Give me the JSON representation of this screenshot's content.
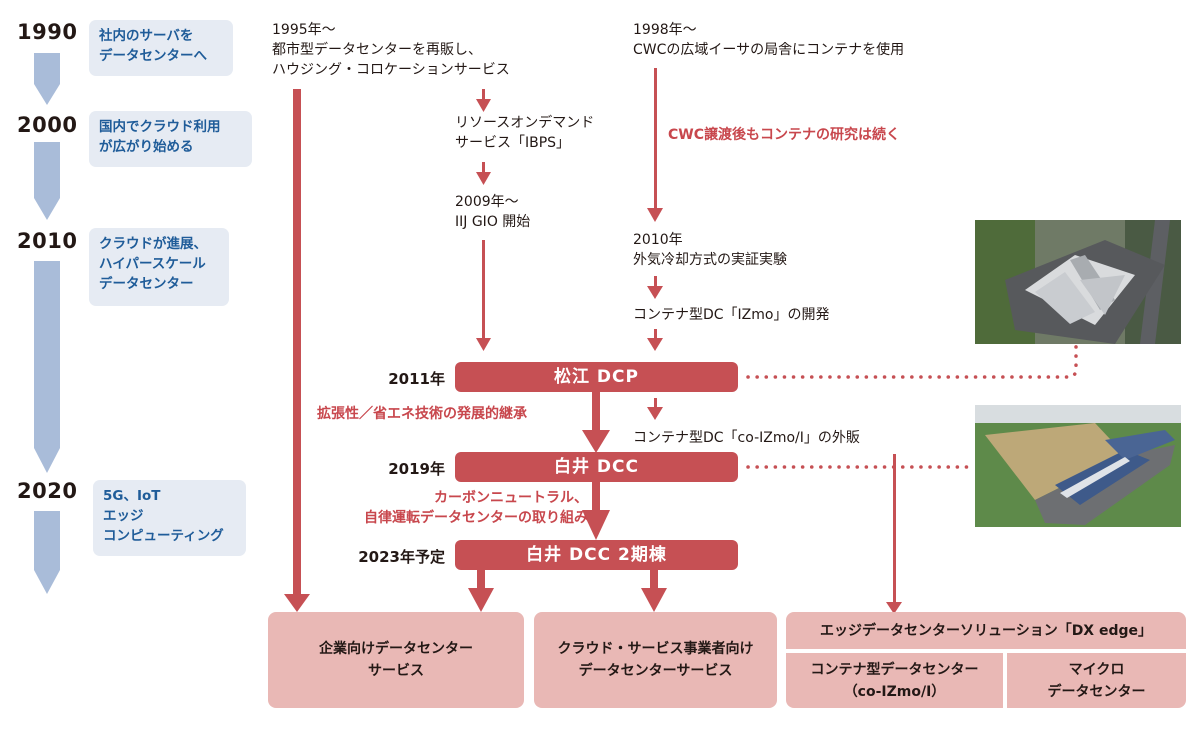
{
  "timeline": {
    "eras": [
      {
        "year": "1990",
        "label_lines": [
          "社内のサーバを",
          "データセンターへ"
        ]
      },
      {
        "year": "2000",
        "label_lines": [
          "国内でクラウド利用",
          "が広がり始める"
        ]
      },
      {
        "year": "2010",
        "label_lines": [
          "クラウドが進展、",
          "ハイパースケール",
          "データセンター"
        ]
      },
      {
        "year": "2020",
        "label_lines": [
          "5G、IoT",
          "エッジ",
          "コンピューティング"
        ]
      }
    ],
    "arrow_color": "#a9bcd9",
    "box_color": "#e6ebf3",
    "text_color": "#1f5c99"
  },
  "events": {
    "housing": {
      "lines": [
        "1995年～",
        "都市型データセンターを再販し、",
        "ハウジング・コロケーションサービス"
      ]
    },
    "ibps": {
      "lines": [
        "リソースオンデマンド",
        "サービス「IBPS」"
      ]
    },
    "gio": {
      "lines": [
        "2009年～",
        "IIJ GIO 開始"
      ]
    },
    "cwc": {
      "lines": [
        "1998年～",
        "CWCの広域イーサの局舎にコンテナを使用"
      ]
    },
    "cwc_note": "CWC譲渡後もコンテナの研究は続く",
    "outside_air": {
      "lines": [
        "2010年",
        "外気冷却方式の実証実験"
      ]
    },
    "izmo": "コンテナ型DC「IZmo」の開発",
    "co_izmo": "コンテナ型DC「co-IZmo/I」の外販"
  },
  "milestones": [
    {
      "year": "2011年",
      "name": "松江 DCP"
    },
    {
      "year": "2019年",
      "name": "白井 DCC"
    },
    {
      "year": "2023年予定",
      "name": "白井 DCC 2期棟"
    }
  ],
  "notes": {
    "inherit": "拡張性／省エネ技術の発展的継承",
    "carbon": [
      "カーボンニュートラル、",
      "自律運転データセンターの取り組み"
    ]
  },
  "outcomes": {
    "enterprise": [
      "企業向けデータセンター",
      "サービス"
    ],
    "cloud": [
      "クラウド・サービス事業者向け",
      "データセンターサービス"
    ],
    "edge_title": "エッジデータセンターソリューション「DX edge」",
    "edge_container": [
      "コンテナ型データセンター",
      "（co-IZmo/I）"
    ],
    "edge_micro": [
      "マイクロ",
      "データセンター"
    ]
  },
  "photos": {
    "matsue": "matsue-dcp-aerial-photo",
    "shiroi": "shiroi-dcc-rendering"
  },
  "colors": {
    "accent_red": "#c65054",
    "outcome_pink": "#e9b8b5",
    "note_red": "#c8474d"
  }
}
